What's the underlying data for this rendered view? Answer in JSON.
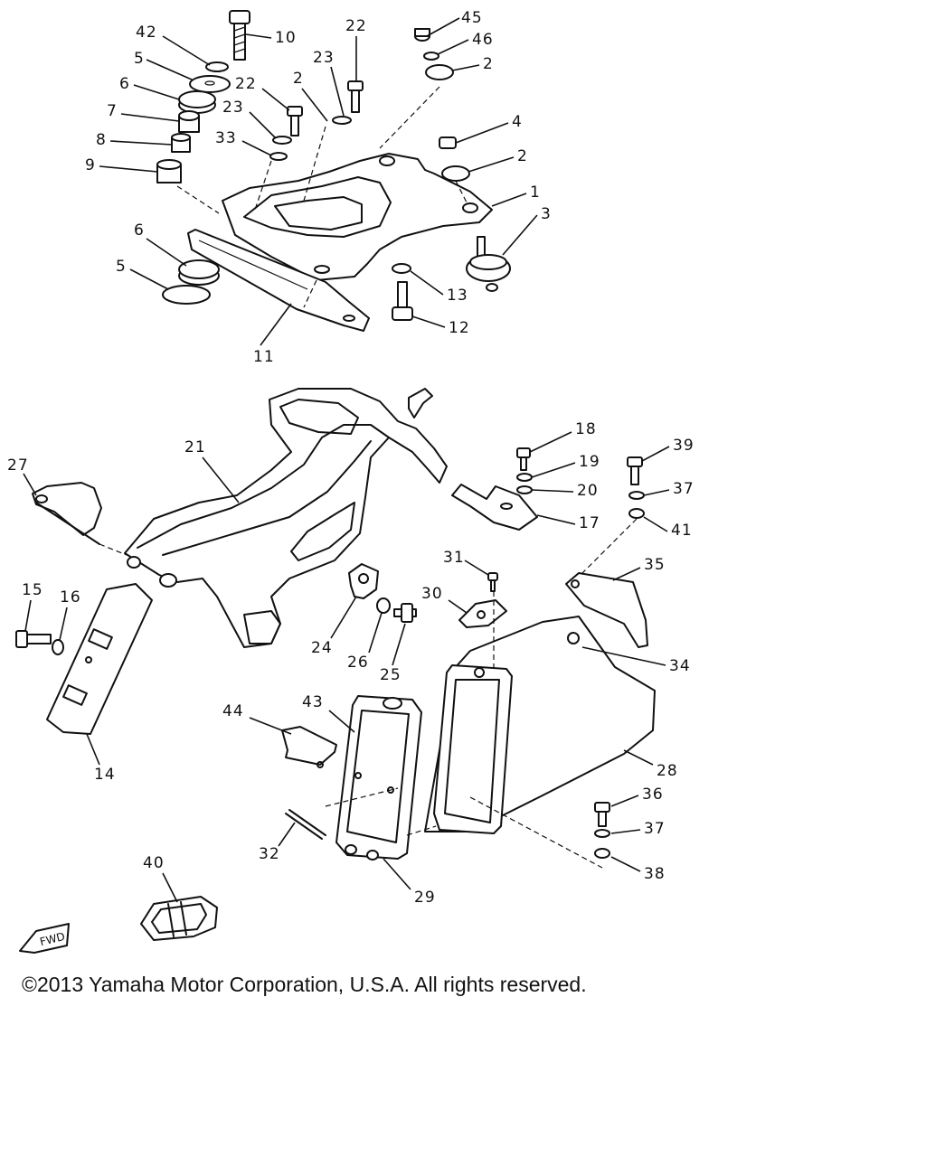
{
  "diagram": {
    "fwd_label": "FWD",
    "copyright": "©2013 Yamaha Motor Corporation, U.S.A. All rights reserved.",
    "callouts": {
      "c45": "45",
      "c46": "46",
      "c2a": "2",
      "c22a": "22",
      "c23a": "23",
      "c2b": "2",
      "c42": "42",
      "c10": "10",
      "c5a": "5",
      "c6a": "6",
      "c22b": "22",
      "c23b": "23",
      "c7": "7",
      "c8": "8",
      "c33": "33",
      "c9": "9",
      "c4": "4",
      "c2c": "2",
      "c1": "1",
      "c3": "3",
      "c6b": "6",
      "c5b": "5",
      "c13": "13",
      "c12": "12",
      "c11": "11",
      "c18": "18",
      "c39": "39",
      "c21": "21",
      "c27": "27",
      "c19": "19",
      "c20": "20",
      "c37a": "37",
      "c17": "17",
      "c41": "41",
      "c31": "31",
      "c35": "35",
      "c15": "15",
      "c16": "16",
      "c30": "30",
      "c24": "24",
      "c26": "26",
      "c25": "25",
      "c34": "34",
      "c44": "44",
      "c43": "43",
      "c28": "28",
      "c14": "14",
      "c36": "36",
      "c37b": "37",
      "c32": "32",
      "c38": "38",
      "c40": "40",
      "c29": "29"
    }
  }
}
